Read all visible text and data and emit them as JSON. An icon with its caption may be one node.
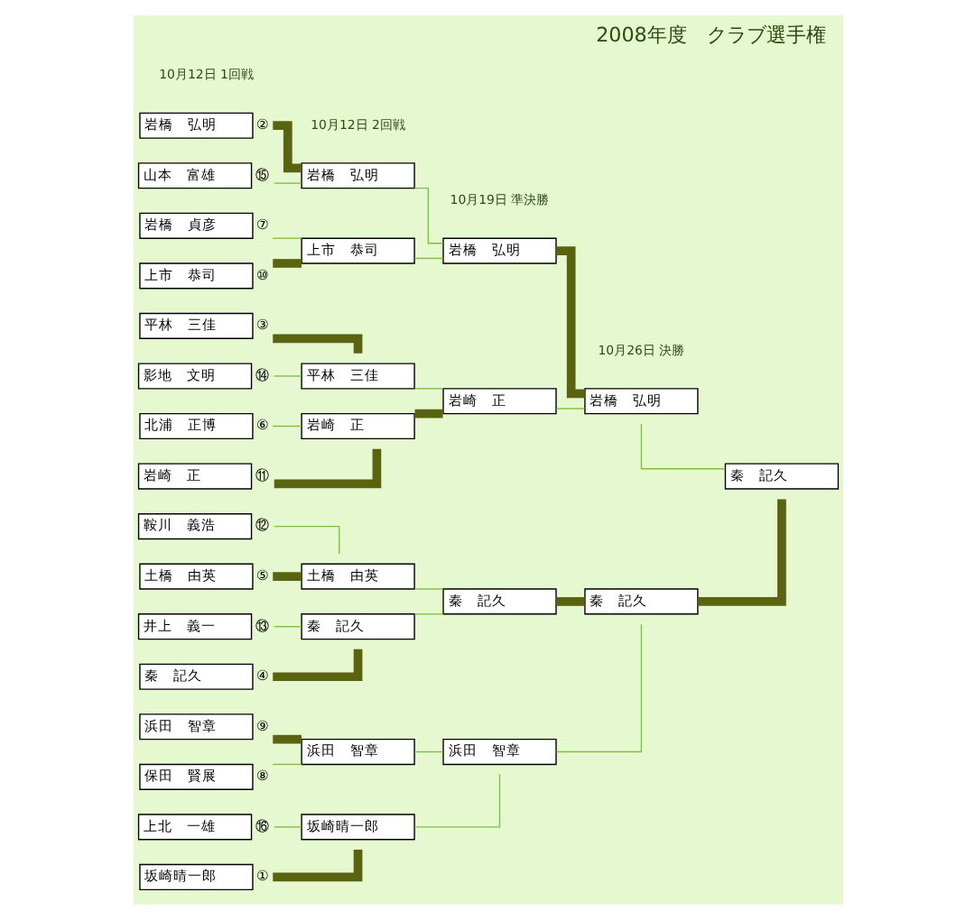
{
  "diagram": {
    "title": "2008年度　クラブ選手権",
    "nodes": [
      {
        "text": [
          "坂崎晴一郎"
        ],
        "beside": [
          "①"
        ]
      },
      {
        "text": [
          "上北　一雄"
        ],
        "beside": [
          "⑯"
        ]
      },
      {
        "text": [
          "保田　賢展"
        ],
        "beside": [
          "⑧"
        ]
      },
      {
        "text": [
          "浜田　智章"
        ],
        "beside": [
          "⑨"
        ]
      },
      {
        "text": [
          "秦　記久"
        ],
        "beside": [
          "④"
        ]
      },
      {
        "text": [
          "井上　義一"
        ],
        "beside": [
          "⑬"
        ]
      },
      {
        "text": [
          "土橋　由英"
        ],
        "beside": [
          "⑤"
        ]
      },
      {
        "text": [
          "鞍川　義浩"
        ],
        "beside": [
          "⑫"
        ]
      },
      {
        "text": [
          "岩崎　正"
        ],
        "beside": [
          "⑪"
        ]
      },
      {
        "text": [
          "北浦　正博"
        ],
        "beside": [
          "⑥"
        ]
      },
      {
        "text": [
          "影地　文明"
        ],
        "beside": [
          "⑭"
        ]
      },
      {
        "text": [
          "平林　三佳"
        ],
        "beside": [
          "③"
        ]
      },
      {
        "text": [
          "上市　恭司"
        ],
        "beside": [
          "⑩"
        ]
      },
      {
        "text": [
          "岩橋　貞彦"
        ],
        "beside": [
          "⑦"
        ]
      },
      {
        "text": [
          "山本　富雄"
        ],
        "beside": [
          "⑮"
        ]
      },
      {
        "text": [
          "岩橋　弘明"
        ],
        "beside": [
          "②"
        ]
      },
      {
        "text": [
          "坂崎晴一郎"
        ]
      },
      {
        "text": [
          "浜田　智章"
        ]
      },
      {
        "text": [
          "秦　記久"
        ]
      },
      {
        "text": [
          "土橋　由英"
        ]
      },
      {
        "text": [
          "岩崎　正"
        ]
      },
      {
        "text": [
          "平林　三佳"
        ]
      },
      {
        "text": [
          "上市　恭司"
        ]
      },
      {
        "text": [
          "岩橋　弘明"
        ]
      },
      {
        "text": [
          "浜田　智章"
        ]
      },
      {
        "text": [
          "秦　記久"
        ]
      },
      {
        "text": [
          "岩崎　正"
        ]
      },
      {
        "text": [
          "岩橋　弘明"
        ]
      },
      {
        "text": [
          "秦　記久"
        ]
      },
      {
        "text": [
          "岩橋　弘明"
        ]
      },
      {
        "text": [
          "秦　記久"
        ]
      }
    ],
    "edges": [
      {
        "from": 0,
        "to": 16,
        "arrow": "none",
        "style": "thick",
        "color": "#5a6410"
      },
      {
        "from": 1,
        "to": 16,
        "arrow": "none"
      },
      {
        "from": 2,
        "to": 17,
        "arrow": "none"
      },
      {
        "from": 3,
        "to": 17,
        "arrow": "none",
        "style": "thick",
        "color": "#5a6410"
      },
      {
        "from": 4,
        "to": 18,
        "arrow": "none",
        "style": "thick",
        "color": "#5a6410"
      },
      {
        "from": 5,
        "to": 18,
        "arrow": "none"
      },
      {
        "from": 6,
        "to": 19,
        "arrow": "none",
        "style": "thick",
        "color": "#5a6410"
      },
      {
        "from": 7,
        "to": 19,
        "arrow": "none"
      },
      {
        "from": 8,
        "to": 20,
        "arrow": "none",
        "style": "thick",
        "color": "#5a6410"
      },
      {
        "from": 9,
        "to": 20,
        "arrow": "none"
      },
      {
        "from": 10,
        "to": 21,
        "arrow": "none"
      },
      {
        "from": 11,
        "to": 21,
        "arrow": "none",
        "style": "thick",
        "color": "#5a6410"
      },
      {
        "from": 12,
        "to": 22,
        "arrow": "none",
        "style": "thick",
        "color": "#5a6410"
      },
      {
        "from": 13,
        "to": 22,
        "arrow": "none"
      },
      {
        "from": 14,
        "to": 23,
        "arrow": "none"
      },
      {
        "from": 15,
        "to": 23,
        "arrow": "none",
        "style": "thick",
        "color": "#5a6410"
      },
      {
        "from": 16,
        "to": 24,
        "arrow": "none"
      },
      {
        "from": 17,
        "to": 24,
        "arrow": "none"
      },
      {
        "from": 18,
        "to": 25,
        "arrow": "none"
      },
      {
        "from": 19,
        "to": 25,
        "arrow": "none"
      },
      {
        "from": 20,
        "to": 26,
        "arrow": "none",
        "style": "thick",
        "color": "#5a6410"
      },
      {
        "from": 21,
        "to": 26,
        "arrow": "none"
      },
      {
        "from": 22,
        "to": 27,
        "arrow": "none"
      },
      {
        "from": 23,
        "to": 27,
        "arrow": "none"
      },
      {
        "from": 24,
        "to": 28,
        "arrow": "none"
      },
      {
        "from": 25,
        "to": 28,
        "arrow": "none",
        "style": "thick",
        "color": "#5a6410"
      },
      {
        "from": 26,
        "to": 29,
        "arrow": "none"
      },
      {
        "from": 27,
        "to": 29,
        "arrow": "none",
        "style": "thick",
        "color": "#5a6410"
      },
      {
        "from": 28,
        "to": 30,
        "arrow": "none",
        "style": "thick",
        "color": "#5a6410"
      },
      {
        "from": 29,
        "to": 30,
        "arrow": "none"
      }
    ],
    "labels": [
      "10月12日 1回戦",
      "10月12日 2回戦",
      "10月19日 準決勝",
      "10月26日 決勝"
    ]
  }
}
